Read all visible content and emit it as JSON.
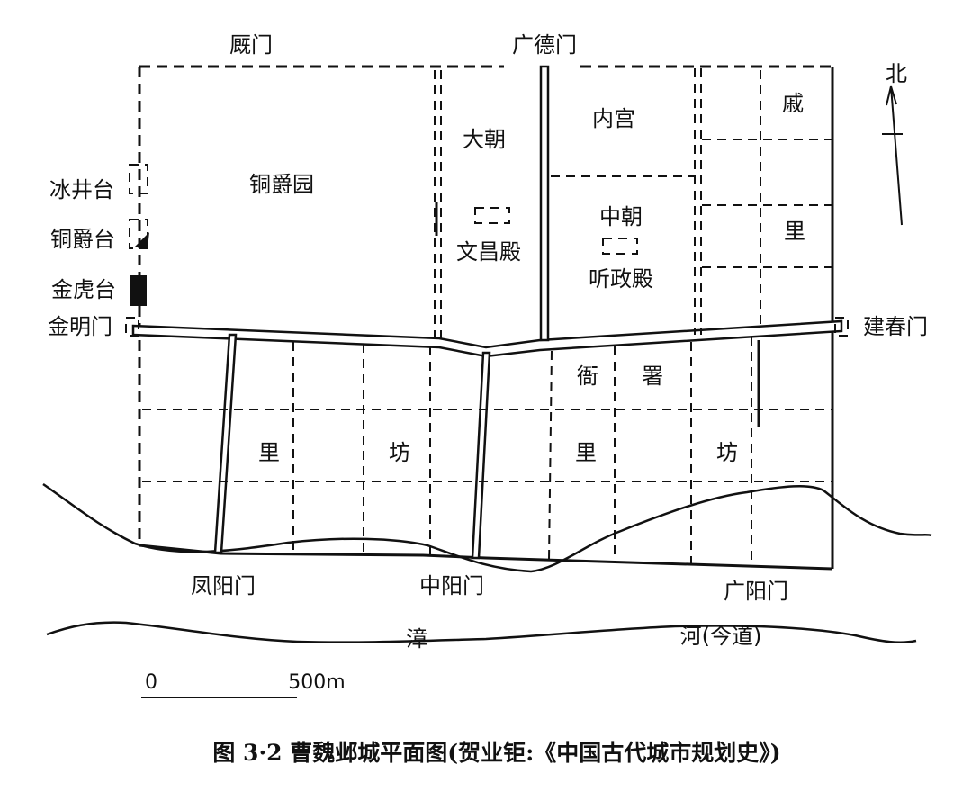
{
  "gates": {
    "north_west": "厩门",
    "north_center": "广德门",
    "west": "金明门",
    "east": "建春门",
    "south_west": "凤阳门",
    "south_center": "中阳门",
    "south_east": "广阳门"
  },
  "terraces": {
    "bingjing": "冰井台",
    "tongque": "铜爵台",
    "jinhu": "金虎台"
  },
  "districts": {
    "tongque_garden": "铜爵园",
    "dachao": "大朝",
    "wenchang_hall": "文昌殿",
    "neigong": "内宫",
    "zhongchao": "中朝",
    "tingzheng_hall": "听政殿",
    "qi": "戚",
    "li_north": "里",
    "yanshu_1": "衙",
    "yanshu_2": "署",
    "lifang_1": "里",
    "lifang_2": "坊",
    "lifang_3": "里",
    "lifang_4": "坊"
  },
  "river": {
    "name_1": "漳",
    "name_2": "河(今道)"
  },
  "north_arrow": "北",
  "scale": {
    "start": "0",
    "end": "500m"
  },
  "caption": "图 3·2 曹魏邺城平面图(贺业钜:《中国古代城市规划史》)"
}
